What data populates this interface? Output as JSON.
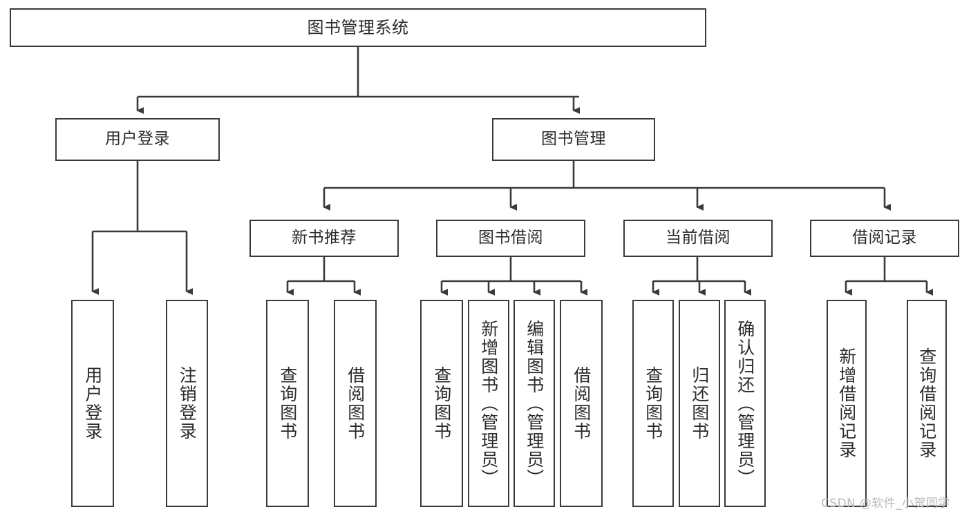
{
  "diagram": {
    "title": "图书管理系统",
    "type": "tree-hierarchy-chart",
    "root": {
      "label": "图书管理系统"
    },
    "level2": [
      {
        "key": "user-login",
        "label": "用户登录"
      },
      {
        "key": "book-management",
        "label": "图书管理"
      }
    ],
    "level3": [
      {
        "key": "new-book-recommend",
        "label": "新书推荐"
      },
      {
        "key": "book-borrow",
        "label": "图书借阅"
      },
      {
        "key": "current-borrow",
        "label": "当前借阅"
      },
      {
        "key": "borrow-record",
        "label": "借阅记录"
      }
    ],
    "leaves": {
      "user-login": [
        {
          "key": "user-login-leaf",
          "label": "用户登录"
        },
        {
          "key": "logout-leaf",
          "label": "注销登录"
        }
      ],
      "new-book-recommend": [
        {
          "key": "query-book-1",
          "label": "查询图书"
        },
        {
          "key": "borrow-book-1",
          "label": "借阅图书"
        }
      ],
      "book-borrow": [
        {
          "key": "query-book-2",
          "label": "查询图书"
        },
        {
          "key": "add-book",
          "label": "新增图书（管理员）"
        },
        {
          "key": "edit-book",
          "label": "编辑图书（管理员）"
        },
        {
          "key": "borrow-book-2",
          "label": "借阅图书"
        }
      ],
      "current-borrow": [
        {
          "key": "query-book-3",
          "label": "查询图书"
        },
        {
          "key": "return-book",
          "label": "归还图书"
        },
        {
          "key": "confirm-return",
          "label": "确认归还（管理员）"
        }
      ],
      "borrow-record": [
        {
          "key": "add-borrow-record",
          "label": "新增借阅记录"
        },
        {
          "key": "query-borrow-record",
          "label": "查询借阅记录"
        }
      ]
    }
  },
  "watermark": {
    "text": "CSDN @软件_小贺同学"
  },
  "colors": {
    "stroke": "#3a3a3a",
    "background": "#ffffff",
    "text": "#2b2b2b",
    "watermark": "#b9b9b9"
  }
}
